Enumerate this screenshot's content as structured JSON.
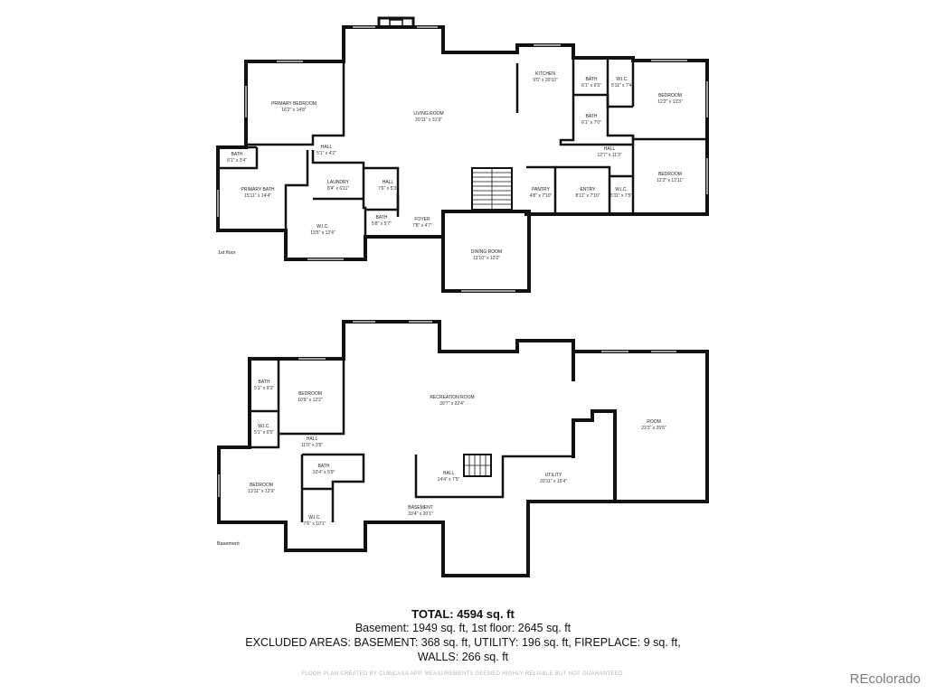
{
  "floors": {
    "first": {
      "label": "1st floor",
      "rooms": [
        {
          "name": "PRIMARY BEDROOM",
          "dims": "16'2\" x 14'8\""
        },
        {
          "name": "LIVING ROOM",
          "dims": "20'11\" x 31'9\""
        },
        {
          "name": "KITCHEN",
          "dims": "9'0\" x 20'10\""
        },
        {
          "name": "BATH",
          "dims": "6'1\" x 6'5\""
        },
        {
          "name": "W.I.C.",
          "dims": "5'11\" x 7'4\""
        },
        {
          "name": "BEDROOM",
          "dims": "12'2\" x 13'3\""
        },
        {
          "name": "BATH",
          "dims": "6'1\" x 7'0\""
        },
        {
          "name": "HALL",
          "dims": "12'7\" x 11'3\""
        },
        {
          "name": "BEDROOM",
          "dims": "12'2\" x 12'11\""
        },
        {
          "name": "W.I.C.",
          "dims": "5'11\" x 7'5\""
        },
        {
          "name": "ENTRY",
          "dims": "8'11\" x 7'10\""
        },
        {
          "name": "PANTRY",
          "dims": "4'8\" x 7'10\""
        },
        {
          "name": "HALL",
          "dims": "5'1\" x 4'2\""
        },
        {
          "name": "BATH",
          "dims": "6'1\" x 3'4\""
        },
        {
          "name": "LAUNDRY",
          "dims": "8'4\" x 6'11\""
        },
        {
          "name": "HALL",
          "dims": "7'6\" x 5'3\""
        },
        {
          "name": "PRIMARY BATH",
          "dims": "15'11\" x 14'4\""
        },
        {
          "name": "W.I.C.",
          "dims": "13'5\" x 12'4\""
        },
        {
          "name": "BATH",
          "dims": "5'8\" x 5'7\""
        },
        {
          "name": "FOYER",
          "dims": "7'8\" x 4'7\""
        },
        {
          "name": "DINING ROOM",
          "dims": "13'10\" x 13'2\""
        }
      ]
    },
    "basement": {
      "label": "Basement",
      "rooms": [
        {
          "name": "BATH",
          "dims": "5'1\" x 9'3\""
        },
        {
          "name": "BEDROOM",
          "dims": "10'9\" x 12'2\""
        },
        {
          "name": "RECREATION ROOM",
          "dims": "39'7\" x 22'4\""
        },
        {
          "name": "ROOM",
          "dims": "23'3\" x 25'5\""
        },
        {
          "name": "W.I.C.",
          "dims": "5'1\" x 6'5\""
        },
        {
          "name": "HALL",
          "dims": "11'0\" x 3'5\""
        },
        {
          "name": "BATH",
          "dims": "10'4\" x 5'9\""
        },
        {
          "name": "HALL",
          "dims": "14'4\" x 7'5\""
        },
        {
          "name": "UTILITY",
          "dims": "20'11\" x 15'4\""
        },
        {
          "name": "BEDROOM",
          "dims": "13'11\" x 12'9\""
        },
        {
          "name": "W.I.C.",
          "dims": "7'6\" x 10'1\""
        },
        {
          "name": "BASEMENT",
          "dims": "33'4\" x 20'1\""
        }
      ]
    }
  },
  "summary": {
    "total": "TOTAL: 4594 sq. ft",
    "line1": "Basement: 1949 sq. ft, 1st floor: 2645 sq. ft",
    "line2": "EXCLUDED AREAS: BASEMENT: 368 sq. ft, UTILITY: 196 sq. ft, FIREPLACE: 9 sq. ft,",
    "line3": "WALLS: 266 sq. ft"
  },
  "disclaimer": "FLOOR PLAN CREATED BY CUBICASA APP. MEASUREMENTS DEEMED HIGHLY RELIABLE BUT NOT GUARANTEED.",
  "watermark": "REcolorado"
}
